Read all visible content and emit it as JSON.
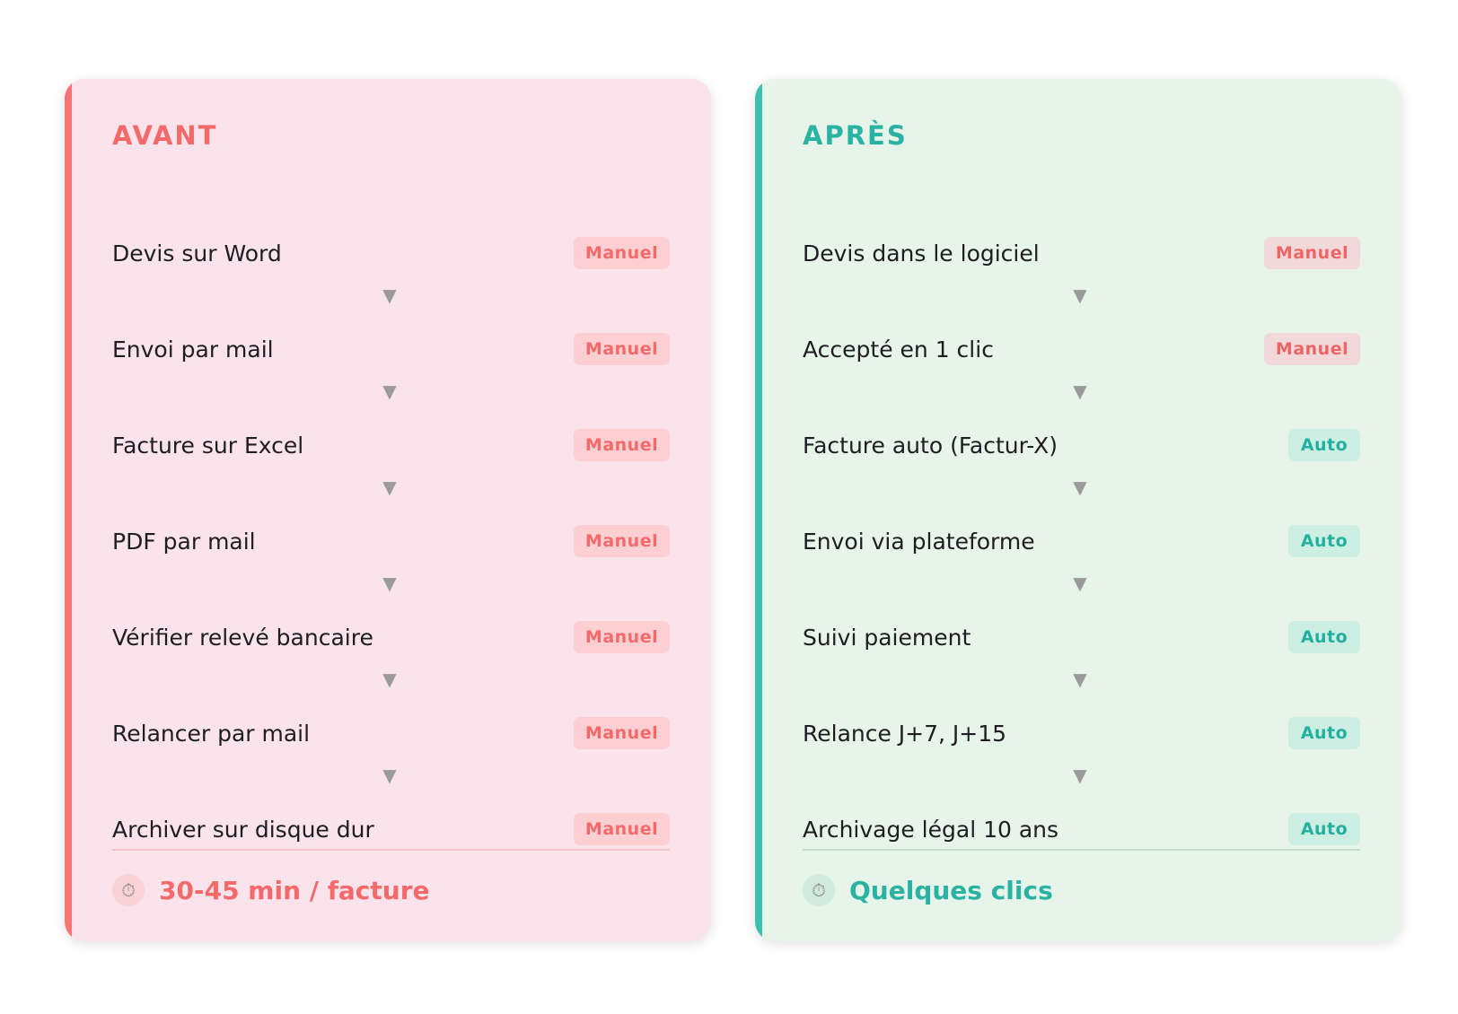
{
  "colors": {
    "before_accent": "#f57474",
    "after_accent": "#3cc1b0",
    "before_bg": "#fae3ea",
    "after_bg": "#e7f4e9"
  },
  "before": {
    "title": "AVANT",
    "arrow": "▼",
    "steps": [
      {
        "label": "Devis sur Word",
        "badge": "Manuel"
      },
      {
        "label": "Envoi par mail",
        "badge": "Manuel"
      },
      {
        "label": "Facture sur Excel",
        "badge": "Manuel"
      },
      {
        "label": "PDF par mail",
        "badge": "Manuel"
      },
      {
        "label": "Vérifier relevé bancaire",
        "badge": "Manuel"
      },
      {
        "label": "Relancer par mail",
        "badge": "Manuel"
      },
      {
        "label": "Archiver sur disque dur",
        "badge": "Manuel"
      }
    ],
    "footer_icon": "timer-icon",
    "footer_text": "30-45 min / facture"
  },
  "after": {
    "title": "APRÈS",
    "arrow": "▼",
    "steps": [
      {
        "label": "Devis dans le logiciel",
        "badge": "Manuel"
      },
      {
        "label": "Accepté en 1 clic",
        "badge": "Manuel"
      },
      {
        "label": "Facture auto (Factur-X)",
        "badge": "Auto"
      },
      {
        "label": "Envoi via plateforme",
        "badge": "Auto"
      },
      {
        "label": "Suivi paiement",
        "badge": "Auto"
      },
      {
        "label": "Relance J+7, J+15",
        "badge": "Auto"
      },
      {
        "label": "Archivage légal 10 ans",
        "badge": "Auto"
      }
    ],
    "footer_icon": "timer-icon",
    "footer_text": "Quelques clics"
  }
}
